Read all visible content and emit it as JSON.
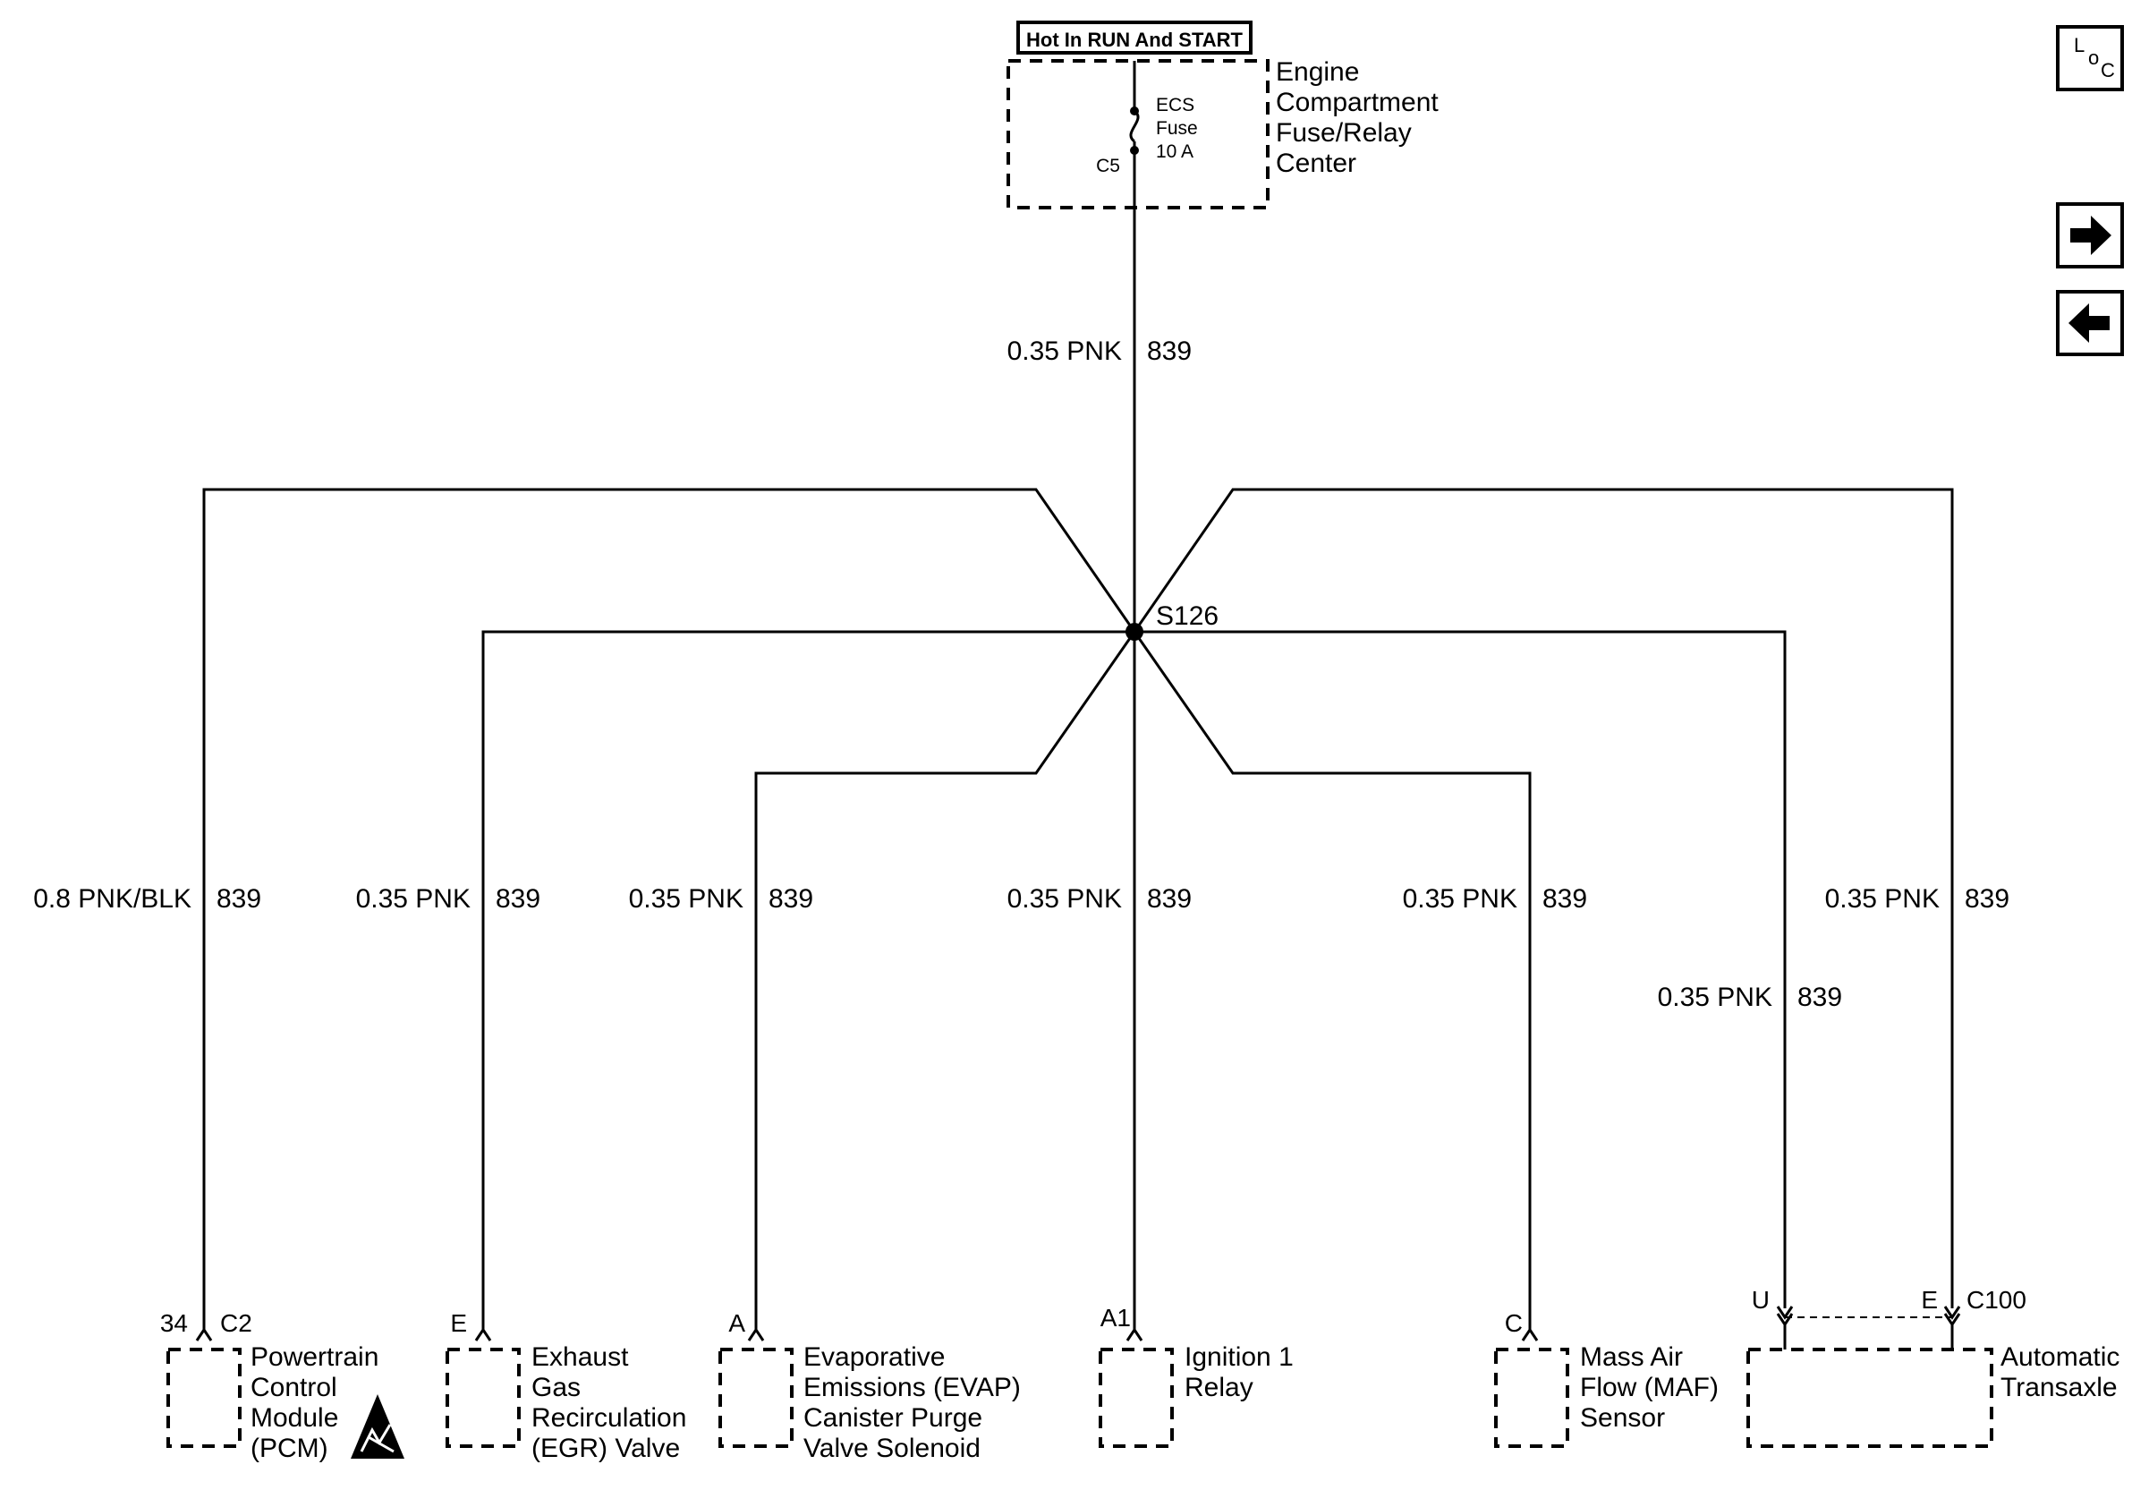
{
  "header": {
    "power_label": "Hot In RUN And START"
  },
  "fuse_center": {
    "name_lines": [
      "Engine",
      "Compartment",
      "Fuse/Relay",
      "Center"
    ],
    "fuse_lines": [
      "ECS",
      "Fuse",
      "10 A"
    ],
    "connector": "C5"
  },
  "splice": {
    "id": "S126"
  },
  "nav": {
    "loc_top": "L",
    "loc_bottom": "C",
    "next_icon": "arrow-right-icon",
    "prev_icon": "arrow-left-icon"
  },
  "wires": {
    "feed": {
      "size_color": "0.35 PNK",
      "circuit": "839"
    },
    "pcm": {
      "size_color": "0.8 PNK/BLK",
      "circuit": "839"
    },
    "egr": {
      "size_color": "0.35 PNK",
      "circuit": "839"
    },
    "evap": {
      "size_color": "0.35 PNK",
      "circuit": "839"
    },
    "ign": {
      "size_color": "0.35 PNK",
      "circuit": "839"
    },
    "maf": {
      "size_color": "0.35 PNK",
      "circuit": "839"
    },
    "trans_e": {
      "size_color": "0.35 PNK",
      "circuit": "839"
    },
    "trans_u": {
      "size_color": "0.35 PNK",
      "circuit": "839"
    }
  },
  "components": {
    "pcm": {
      "pin": "34",
      "connector": "C2",
      "name_lines": [
        "Powertrain",
        "Control",
        "Module",
        "(PCM)"
      ],
      "esd_icon": "esd-sensitive-icon"
    },
    "egr": {
      "pin": "E",
      "name_lines": [
        "Exhaust",
        "Gas",
        "Recirculation",
        "(EGR) Valve"
      ]
    },
    "evap": {
      "pin": "A",
      "name_lines": [
        "Evaporative",
        "Emissions (EVAP)",
        "Canister Purge",
        "Valve Solenoid"
      ]
    },
    "ign": {
      "pin": "A1",
      "name_lines": [
        "Ignition 1",
        "Relay"
      ]
    },
    "maf": {
      "pin": "C",
      "name_lines": [
        "Mass Air",
        "Flow (MAF)",
        "Sensor"
      ]
    },
    "trans": {
      "pin_u": "U",
      "pin_e": "E",
      "connector": "C100",
      "name_lines": [
        "Automatic",
        "Transaxle"
      ]
    }
  }
}
